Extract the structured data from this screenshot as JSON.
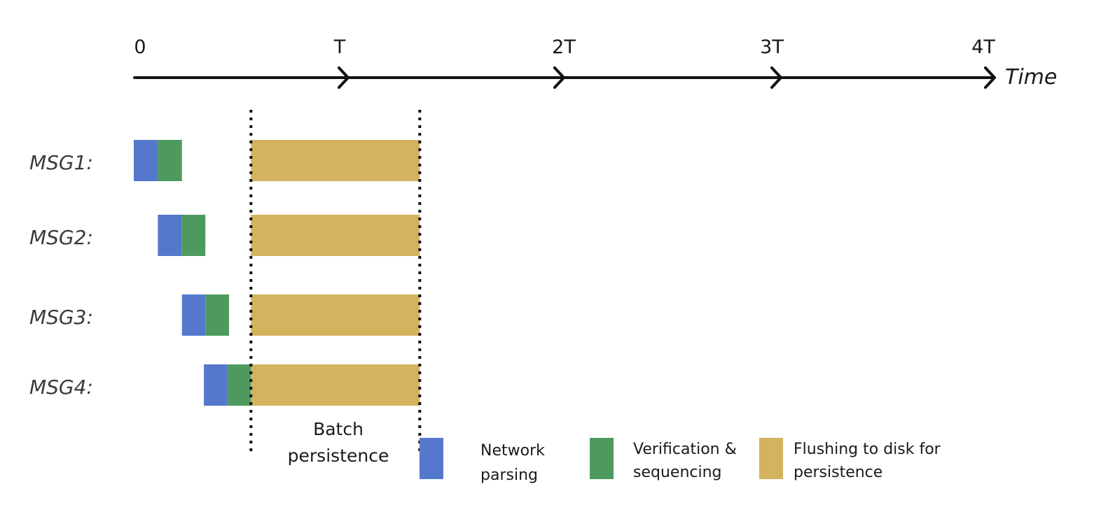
{
  "timeline": {
    "tick_labels": [
      "0",
      "T",
      "2T",
      "3T",
      "4T"
    ],
    "axis_name": "Time"
  },
  "colors": {
    "network_parsing": "#5578CC",
    "verification_sequencing": "#4E9A5E",
    "flushing": "#D4B35E",
    "axis": "#111111"
  },
  "messages": [
    {
      "label": "MSG1:",
      "parse_start": 0.0,
      "verify_start": 0.112,
      "verify_end": 0.224,
      "flush_start": 0.545,
      "flush_end": 1.33
    },
    {
      "label": "MSG2:",
      "parse_start": 0.112,
      "verify_start": 0.224,
      "verify_end": 0.333,
      "flush_start": 0.545,
      "flush_end": 1.33
    },
    {
      "label": "MSG3:",
      "parse_start": 0.224,
      "verify_start": 0.333,
      "verify_end": 0.443,
      "flush_start": 0.545,
      "flush_end": 1.33
    },
    {
      "label": "MSG4:",
      "parse_start": 0.326,
      "verify_start": 0.436,
      "verify_end": 0.545,
      "flush_start": 0.545,
      "flush_end": 1.33
    }
  ],
  "batch": {
    "start": 0.545,
    "end": 1.33,
    "label_lines": [
      "Batch",
      "persistence"
    ]
  },
  "legend": [
    {
      "key": "network_parsing",
      "lines": [
        "Network",
        "parsing"
      ]
    },
    {
      "key": "verification_sequencing",
      "lines": [
        "Verification &",
        "sequencing"
      ]
    },
    {
      "key": "flushing",
      "lines": [
        "Flushing to disk for",
        "persistence"
      ]
    }
  ]
}
